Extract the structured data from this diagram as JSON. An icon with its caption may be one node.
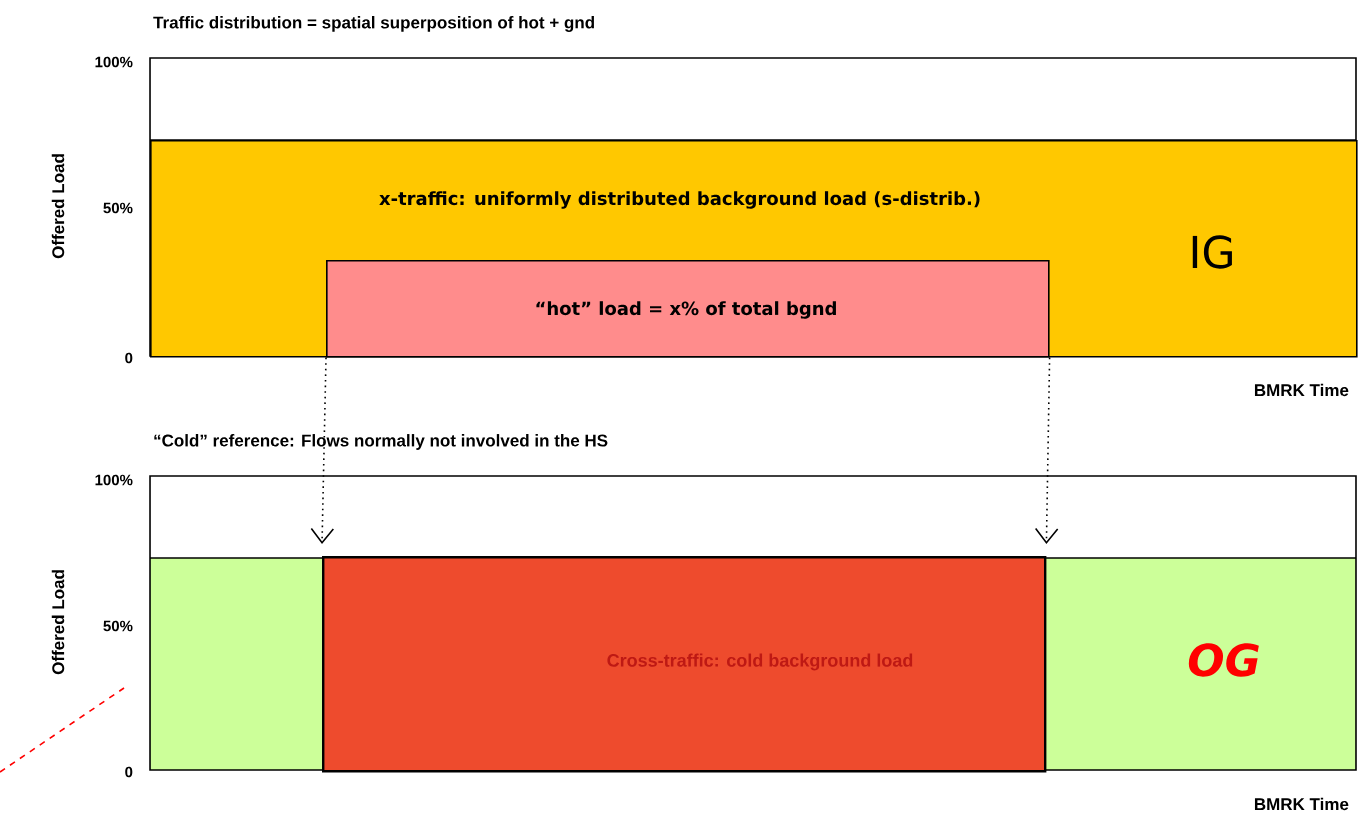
{
  "diagram": {
    "nodes": [
      {
        "text": [
          "x-traffic: uniformly distributed background load (s-distrib.)"
        ]
      },
      {
        "text": [
          "“hot” load = x% of total bgnd"
        ],
        "in": 0
      },
      {
        "text": [
          "Cross-traffic: cold background load"
        ]
      }
    ],
    "edges": [
      {
        "from": 1,
        "to": 2,
        "arrow": "to",
        "style": "dashed"
      },
      {
        "from": 1,
        "to": 2,
        "arrow": "to",
        "style": "dashed"
      }
    ],
    "labels": [
      "Traffic distribution = spatial superposition of hot + gnd",
      "Offered Load",
      "100%",
      "50%",
      "0",
      "IG",
      "BMRK Time",
      "“Cold” reference: Flows normally not involved in the HS",
      "Offered Load",
      "100%",
      "50%",
      "0",
      "OG",
      "BMRK Time"
    ]
  }
}
